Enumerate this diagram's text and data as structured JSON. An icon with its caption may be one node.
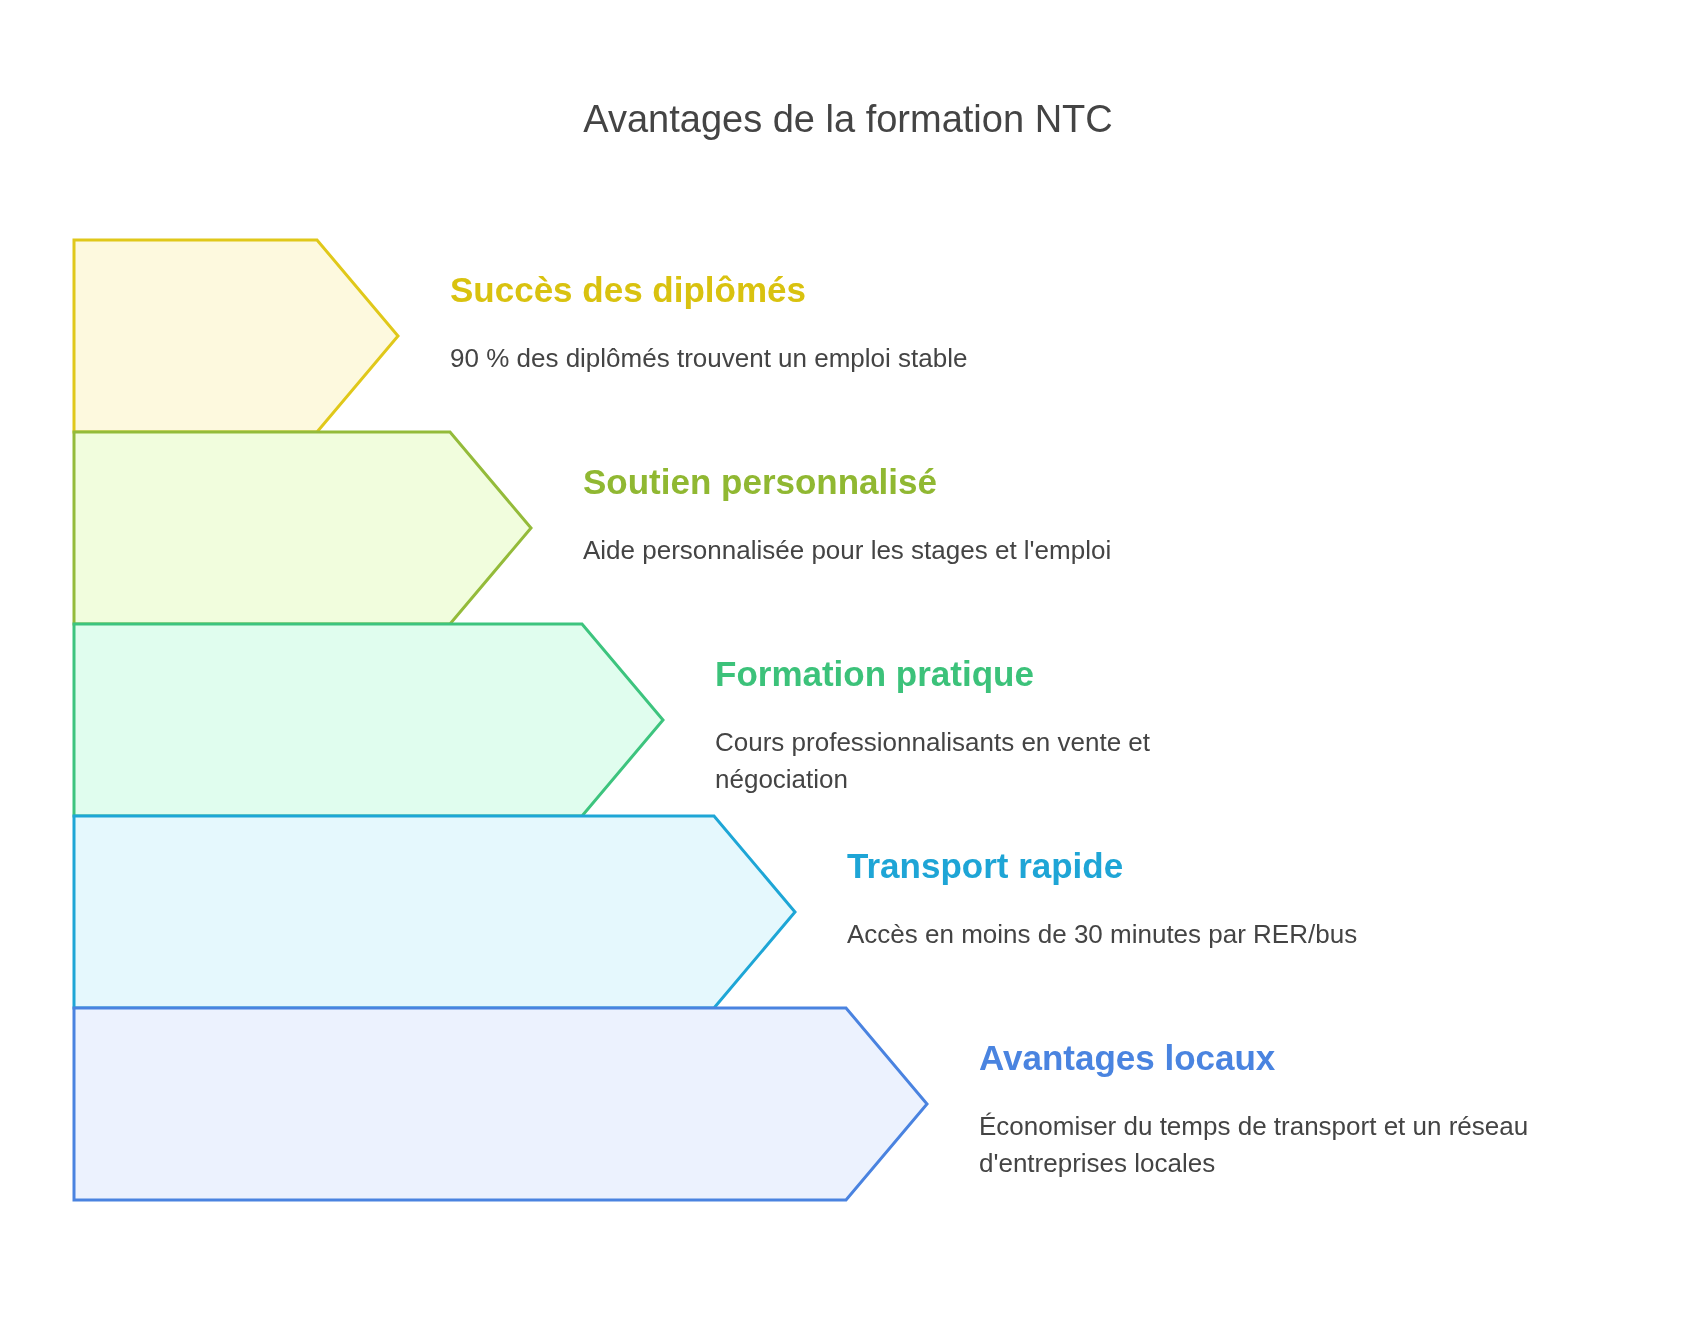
{
  "diagram": {
    "title": "Avantages de la formation NTC",
    "nodes": [
      {
        "text": [
          "Succès des diplômés",
          "90 % des diplômés trouvent un emploi stable"
        ]
      },
      {
        "text": [
          "Soutien personnalisé",
          "Aide personnalisée pour les stages et l'emploi"
        ]
      },
      {
        "text": [
          "Formation pratique",
          "Cours professionnalisants en vente et négociation"
        ]
      },
      {
        "text": [
          "Transport rapide",
          "Accès en moins de 30 minutes par RER/bus"
        ]
      },
      {
        "text": [
          "Avantages locaux",
          "Économiser du temps de transport et un réseau d'entreprises locales"
        ]
      }
    ],
    "edges": []
  }
}
